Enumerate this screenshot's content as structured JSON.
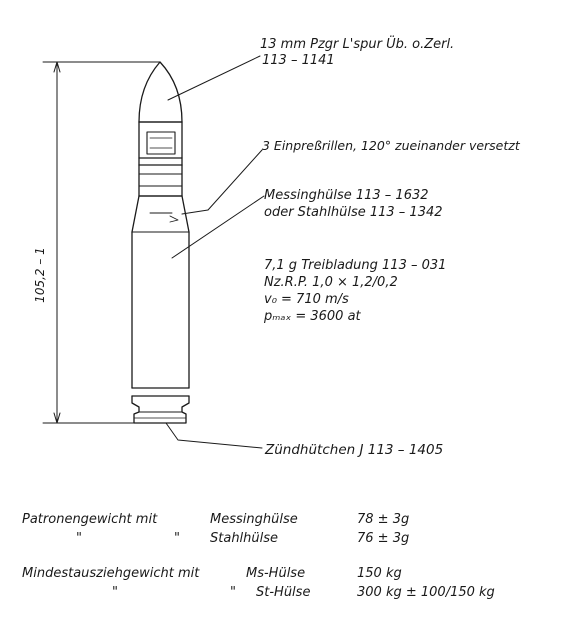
{
  "labels": {
    "projectile": [
      "13 mm Pzgr L'spur Üb. o.Zerl.",
      "113 – 1141"
    ],
    "grooves": "3 Einpreßrillen, 120° zueinander versetzt",
    "case": [
      "Messinghülse 113 – 1632",
      "oder Stahlhülse 113 – 1342"
    ],
    "charge": [
      "7,1 g Treibladung 113 – 031",
      "Nz.R.P. 1,0 × 1,2/0,2",
      "v₀ = 710 m/s",
      "pₘₐₓ = 3600 at"
    ],
    "primer": "Zündhütchen J 113 – 1405",
    "dimension": "105,2 – 1"
  },
  "weights": {
    "rows": [
      {
        "c1": "Patronengewicht mit",
        "c2": "Messinghülse",
        "c3": "78 ± 3g"
      },
      {
        "c1": "\"",
        "c1b": "\"",
        "c2": "Stahlhülse",
        "c3": "76 ± 3g"
      },
      {
        "c1": "Mindestausziehgewicht mit",
        "c2": "Ms-Hülse",
        "c3": "150 kg"
      },
      {
        "c1": "\"",
        "c1b": "\"",
        "c2": "St-Hülse",
        "c3": "300 kg ± 100/150 kg"
      }
    ]
  }
}
